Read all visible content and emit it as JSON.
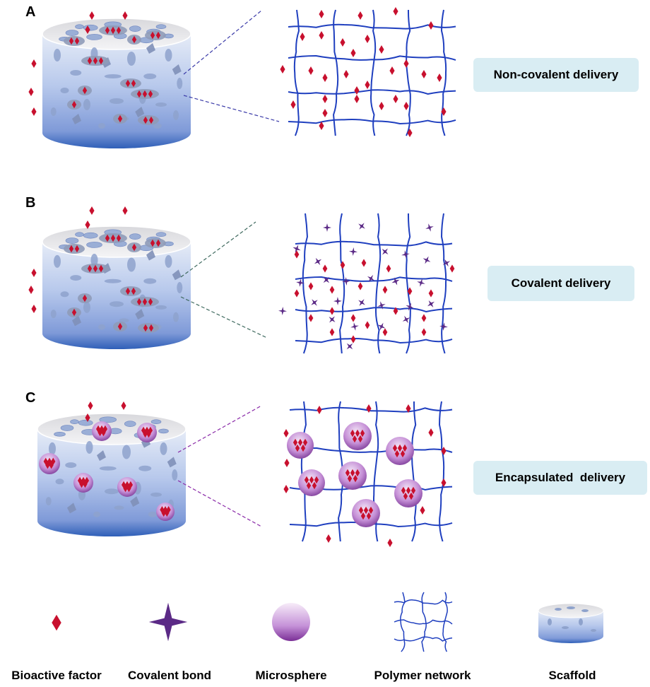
{
  "panels": [
    {
      "letter": "A",
      "label": "Non-covalent delivery"
    },
    {
      "letter": "B",
      "label": "Covalent delivery"
    },
    {
      "letter": "C",
      "label": "Encapsulated  delivery"
    }
  ],
  "legend": [
    {
      "label": "Bioactive factor",
      "icon": "diamond-icon"
    },
    {
      "label": "Covalent bond",
      "icon": "four-point-star-icon"
    },
    {
      "label": "Microsphere",
      "icon": "sphere-icon"
    },
    {
      "label": "Polymer network",
      "icon": "grid-icon"
    },
    {
      "label": "Scaffold",
      "icon": "cylinder-icon"
    }
  ],
  "colors": {
    "bioactive_factor": "#c8102e",
    "covalent_bond": "#5b2a86",
    "polymer_network": "#1f3fbf",
    "label_box": "#d9edf3",
    "dash_a": "#3a3aa8",
    "dash_b": "#3f6a5f",
    "dash_c": "#8a2aa8"
  }
}
